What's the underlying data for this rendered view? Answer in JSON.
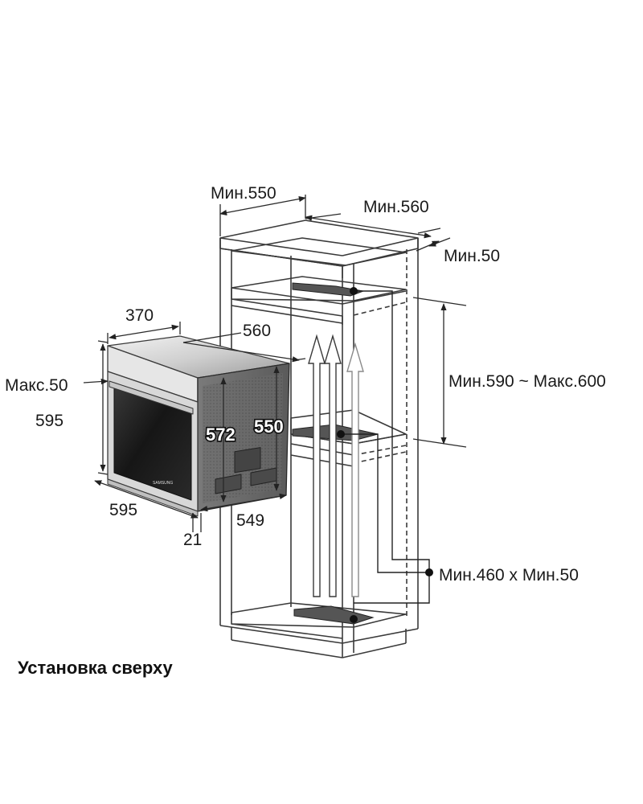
{
  "caption": "Установка сверху",
  "cabinet": {
    "depth_min": "Мин.550",
    "width_min": "Мин.560",
    "side_gap_min": "Мин.50",
    "opening_height": "Мин.590 ~ Макс.600",
    "vent_opening": "Мин.460 x Мин.50"
  },
  "oven": {
    "depth_top": "370",
    "width_top": "560",
    "top_offset_max": "Макс.50",
    "height": "595",
    "width_front": "595",
    "front_thickness": "21",
    "depth_bottom": "549",
    "body_height": "572",
    "body_depth": "550",
    "brand_mark": "SAMSUNG"
  }
}
